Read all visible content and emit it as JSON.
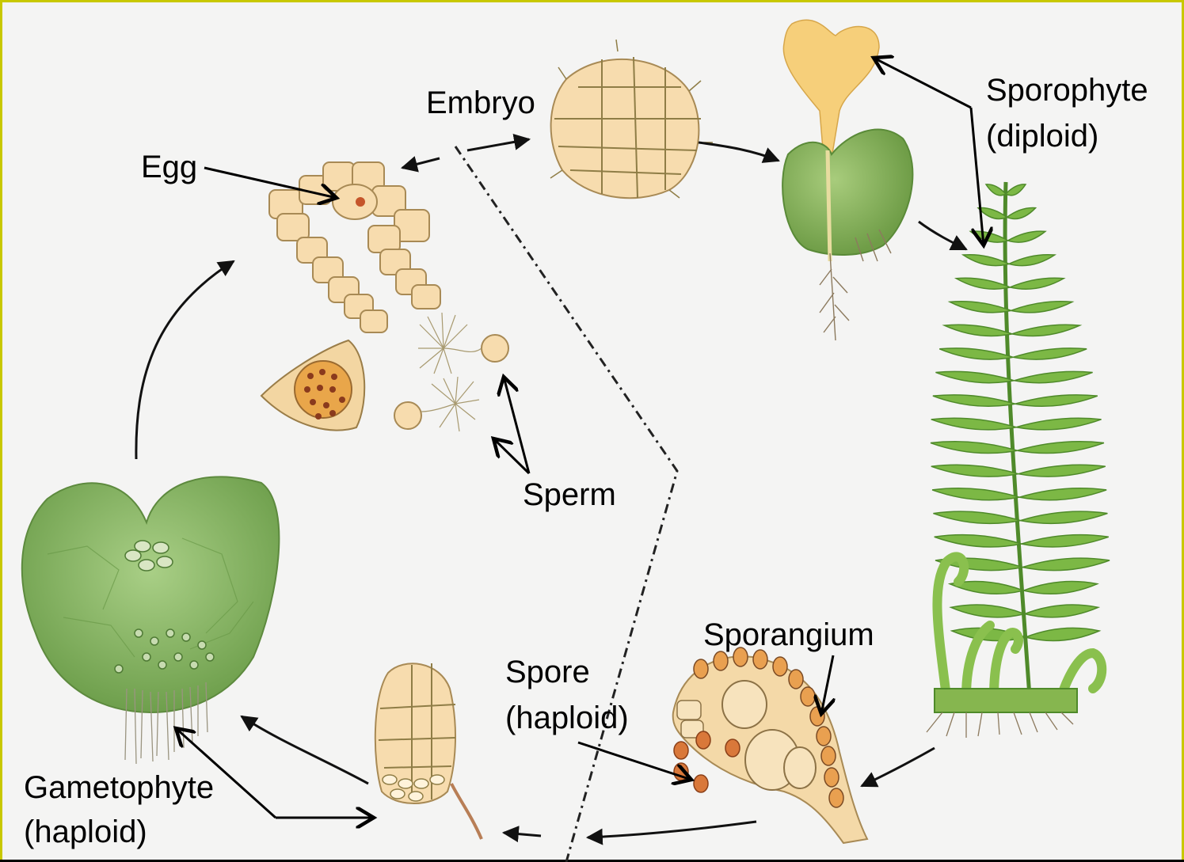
{
  "labels": {
    "embryo": "Embryo",
    "egg": "Egg",
    "sporophyte_line1": "Sporophyte",
    "sporophyte_line2": "(diploid)",
    "sperm": "Sperm",
    "sporangium": "Sporangium",
    "spore_line1": "Spore",
    "spore_line2": "(haploid)",
    "gametophyte_line1": "Gametophyte",
    "gametophyte_line2": "(haploid)"
  },
  "colors": {
    "frame_border": "#c8c800",
    "background": "#f4f4f3",
    "cell_fill": "#f7dcae",
    "cell_stroke": "#a88a55",
    "leaf_green": "#7fb347",
    "thallus_green": "#8fbf6a",
    "spore_orange": "#d9783a"
  }
}
